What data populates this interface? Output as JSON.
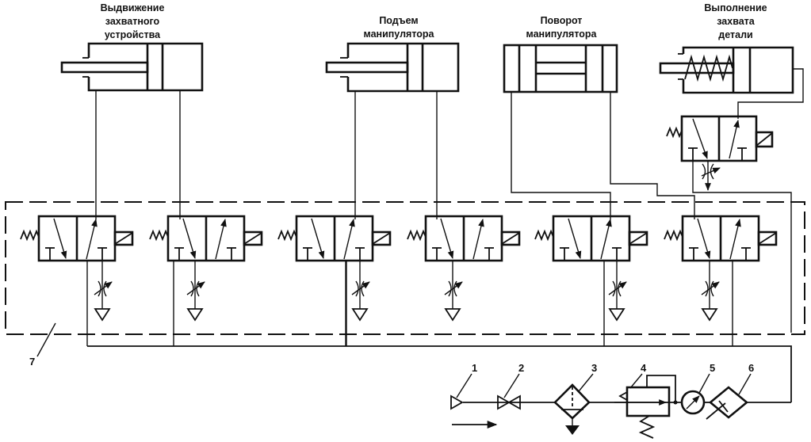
{
  "diagram": {
    "type": "pneumatic circuit schematic",
    "ink_color": "#111111",
    "background_color": "#ffffff",
    "actuators": [
      {
        "id": "cyl-extend",
        "kind": "double-acting cylinder",
        "label_lines": [
          "Выдвижение",
          "захватного",
          "устройства"
        ]
      },
      {
        "id": "cyl-lift",
        "kind": "double-acting cylinder",
        "label_lines": [
          "Подъем",
          "манипулятора"
        ]
      },
      {
        "id": "cyl-rotate",
        "kind": "rotary actuator (double-rod)",
        "label_lines": [
          "Поворот",
          "манипулятора"
        ]
      },
      {
        "id": "cyl-grip",
        "kind": "single-acting spring-return cylinder",
        "label_lines": [
          "Выполнение",
          "захвата",
          "детали"
        ]
      }
    ],
    "valve_manifold": {
      "callout": "7",
      "valves": [
        {
          "id": "v1",
          "kind": "3/2 solenoid valve, spring return",
          "drives": "cyl-extend"
        },
        {
          "id": "v2",
          "kind": "3/2 solenoid valve, spring return",
          "drives": "cyl-extend"
        },
        {
          "id": "v3",
          "kind": "3/2 solenoid valve, spring return",
          "drives": "cyl-lift"
        },
        {
          "id": "v4",
          "kind": "3/2 solenoid valve, spring return",
          "drives": "cyl-lift"
        },
        {
          "id": "v5",
          "kind": "3/2 solenoid valve, spring return",
          "drives": "cyl-rotate"
        },
        {
          "id": "v6",
          "kind": "3/2 solenoid valve, spring return",
          "drives": "cyl-rotate / grip pilot"
        }
      ]
    },
    "grip_valve": {
      "kind": "3/2 solenoid valve, spring return",
      "drives": "cyl-grip"
    },
    "supply_line": {
      "flow_direction": "left-to-right",
      "components": [
        {
          "callout": "1",
          "name": "air source"
        },
        {
          "callout": "2",
          "name": "shut-off valve"
        },
        {
          "callout": "3",
          "name": "filter with drain"
        },
        {
          "callout": "4",
          "name": "pressure regulator"
        },
        {
          "callout": "5",
          "name": "pressure gauge"
        },
        {
          "callout": "6",
          "name": "lubricator"
        }
      ]
    }
  }
}
